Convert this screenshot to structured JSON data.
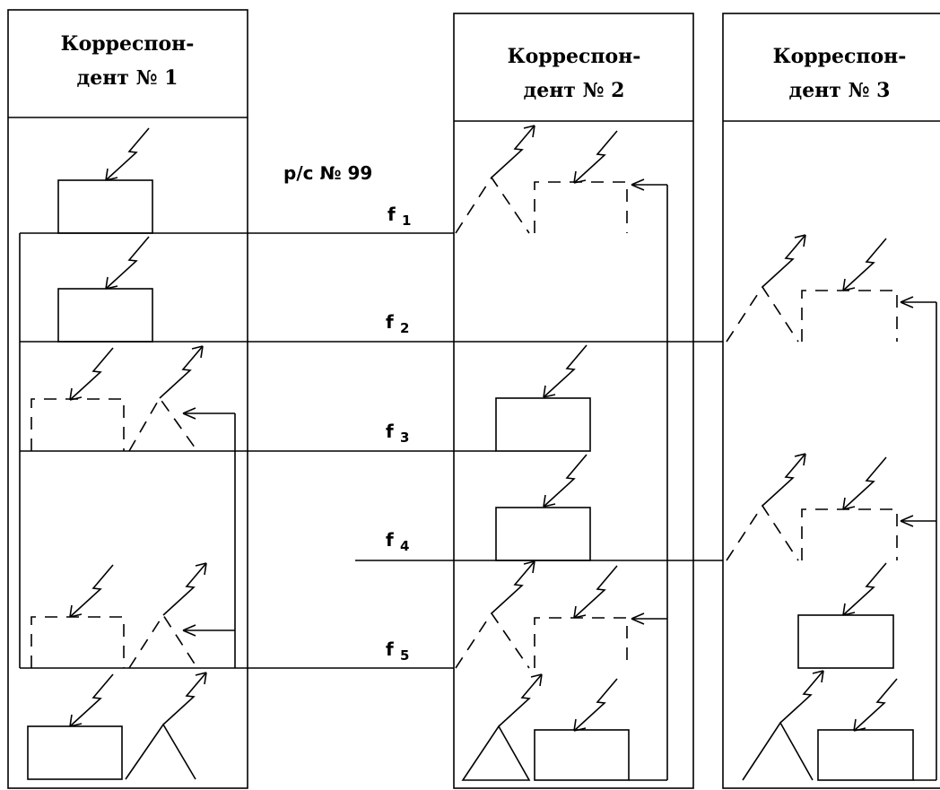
{
  "stations": [
    {
      "line1": "Корреспон-",
      "line2": "дент № 1"
    },
    {
      "line1": "Корреспон-",
      "line2": "дент № 2"
    },
    {
      "line1": "Корреспон-",
      "line2": "дент № 3"
    }
  ],
  "network_label": "р/с № 99",
  "freq_letter": "f",
  "freqs": [
    {
      "sub": "1"
    },
    {
      "sub": "2"
    },
    {
      "sub": "3"
    },
    {
      "sub": "4"
    },
    {
      "sub": "5"
    }
  ]
}
